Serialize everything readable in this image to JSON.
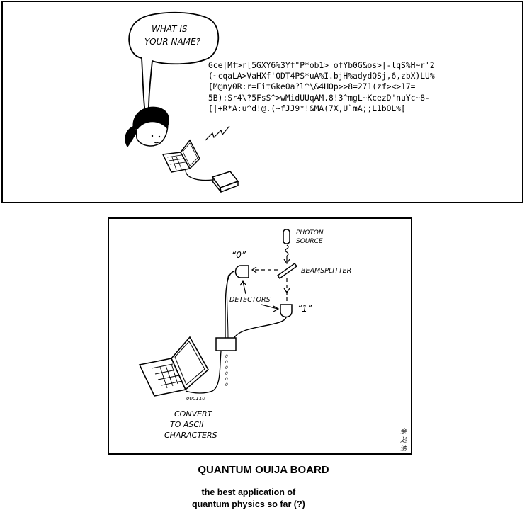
{
  "top_panel": {
    "speech_bubble": [
      "WHAT IS",
      "YOUR NAME?"
    ],
    "garbled_output": "Gce|Mf>r[5GXY6%3Yf\"P*ob1> ofYb0G&os>|-lqS%H~r'2\n(~cqaLA>VaHXf'QDT4PS*uA%I.bjH%adydQSj,6,zbX)LU%\n[M@ny0R:r=EitGke0a?l^\\&4HOp>>8=271(zf><>17=\n5B):Sr4\\?5FsS^>wMidUUqAM.8!3^mgL~KcezD'nuYc~8-\n[|+R*A:u^d!@.(~fJJ9*!&MA(7X,U`mA;;L1bOL%["
  },
  "bottom_panel": {
    "labels": {
      "photon_source": [
        "PHOTON",
        "SOURCE"
      ],
      "beamsplitter": "BEAMSPLITTER",
      "detector_zero": "“0”",
      "detector_one": "“1”",
      "detectors": "DETECTORS",
      "bits_horizontal": "000110",
      "bits_vertical": "0",
      "convert": [
        "CONVERT",
        "TO ASCII",
        "CHARACTERS"
      ],
      "signature": [
        "余",
        "彣",
        "浩"
      ]
    }
  },
  "caption": {
    "title": "QUANTUM OUIJA BOARD",
    "subtitle": "the best application of\nquantum physics so far (?)"
  }
}
